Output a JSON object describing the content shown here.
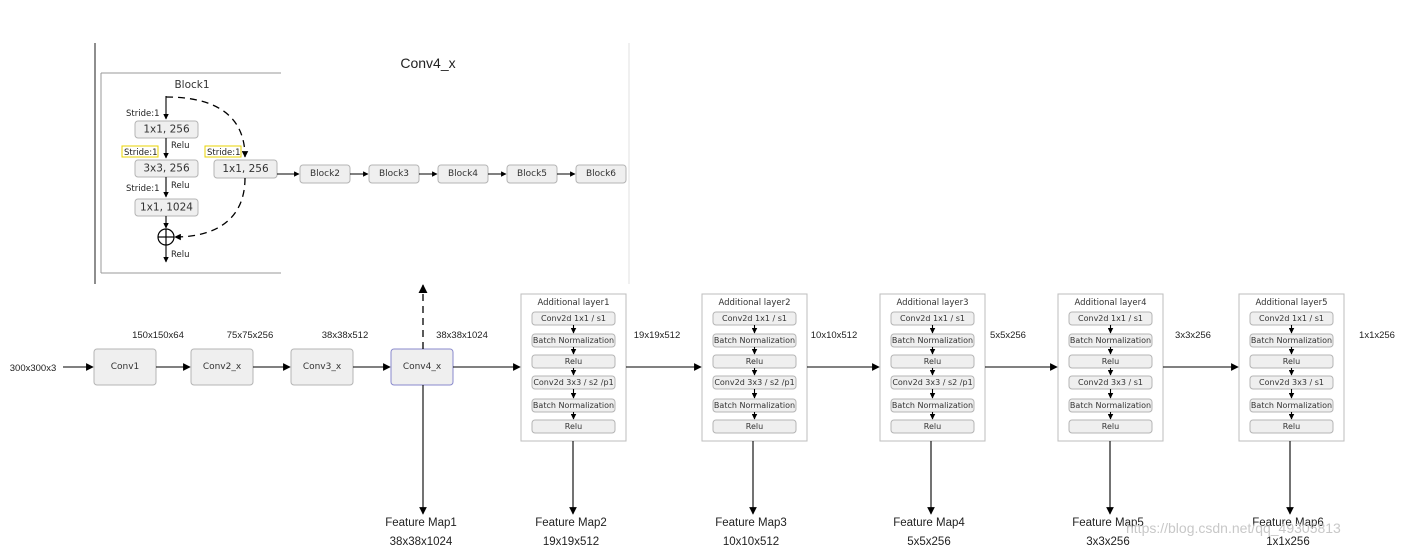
{
  "conv4x": {
    "title": "Conv4_x",
    "block1": {
      "title": "Block1",
      "stride1": "Stride:1",
      "layer1": "1x1, 256",
      "relu1": "Relu",
      "stride2": "Stride:1",
      "layer2": "3x3, 256",
      "relu2": "Relu",
      "stride3": "Stride:1",
      "layer3": "1x1, 1024",
      "shortcut_stride": "Stride:1",
      "shortcut_layer": "1x1, 256",
      "relu_out": "Relu"
    },
    "blocks": [
      "Block2",
      "Block3",
      "Block4",
      "Block5",
      "Block6"
    ]
  },
  "backbone": {
    "input_label": "300x300x3",
    "stages": [
      {
        "label": "Conv1",
        "out": "150x150x64"
      },
      {
        "label": "Conv2_x",
        "out": "75x75x256"
      },
      {
        "label": "Conv3_x",
        "out": "38x38x512"
      },
      {
        "label": "Conv4_x",
        "out": "38x38x1024"
      }
    ]
  },
  "additional_layers": [
    {
      "title": "Additional layer1",
      "out": "19x19x512",
      "rows": [
        "Conv2d 1x1 / s1",
        "Batch Normalization",
        "Relu",
        "Conv2d 3x3 / s2 /p1",
        "Batch Normalization",
        "Relu"
      ]
    },
    {
      "title": "Additional layer2",
      "out": "10x10x512",
      "rows": [
        "Conv2d 1x1 / s1",
        "Batch Normalization",
        "Relu",
        "Conv2d 3x3 / s2 /p1",
        "Batch Normalization",
        "Relu"
      ]
    },
    {
      "title": "Additional layer3",
      "out": "5x5x256",
      "rows": [
        "Conv2d 1x1 / s1",
        "Batch Normalization",
        "Relu",
        "Conv2d 3x3 / s2 /p1",
        "Batch Normalization",
        "Relu"
      ]
    },
    {
      "title": "Additional layer4",
      "out": "3x3x256",
      "rows": [
        "Conv2d 1x1 / s1",
        "Batch Normalization",
        "Relu",
        "Conv2d 3x3 / s1",
        "Batch Normalization",
        "Relu"
      ]
    },
    {
      "title": "Additional layer5",
      "out": "1x1x256",
      "rows": [
        "Conv2d 1x1 / s1",
        "Batch Normalization",
        "Relu",
        "Conv2d 3x3 / s1",
        "Batch Normalization",
        "Relu"
      ]
    }
  ],
  "feature_maps": [
    {
      "name": "Feature Map1",
      "size": "38x38x1024"
    },
    {
      "name": "Feature Map2",
      "size": "19x19x512"
    },
    {
      "name": "Feature Map3",
      "size": "10x10x512"
    },
    {
      "name": "Feature Map4",
      "size": "5x5x256"
    },
    {
      "name": "Feature Map5",
      "size": "3x3x256"
    },
    {
      "name": "Feature Map6",
      "size": "1x1x256"
    }
  ],
  "watermark": "https://blog.csdn.net/qq_49305813"
}
